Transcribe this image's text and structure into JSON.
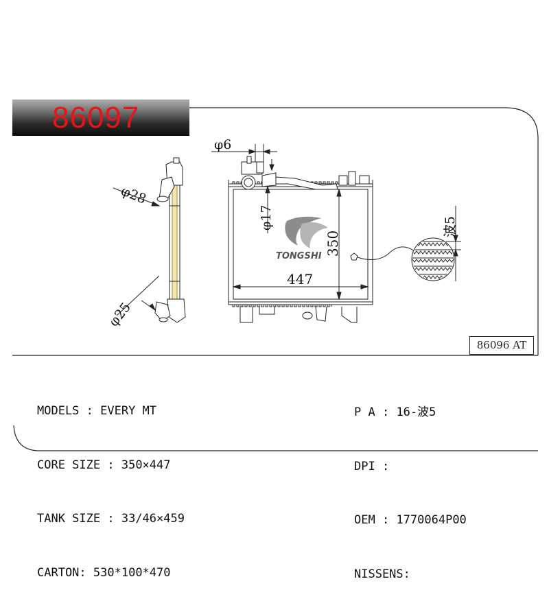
{
  "header": {
    "part_number": "86097"
  },
  "alt_reference": "86096 AT",
  "drawing": {
    "dims": {
      "inlet_diameter": "φ28",
      "outlet_diameter": "φ25",
      "cap_pipe_diameter": "φ6",
      "neck_diameter": "φ17",
      "core_height": "350",
      "core_width": "447",
      "fin_wave": "波5"
    },
    "logo": "TONGSHI"
  },
  "specs_left": [
    {
      "label": "MODELS",
      "sep": " : ",
      "value": "EVERY MT"
    },
    {
      "label": "CORE SIZE",
      "sep": " : ",
      "value": "350×447"
    },
    {
      "label": "TANK SIZE",
      "sep": " : ",
      "value": "33/46×459"
    },
    {
      "label": "CARTON",
      "sep": ": ",
      "value": "530*100*470"
    }
  ],
  "specs_right": [
    {
      "label": "P A",
      "sep": " : ",
      "value": "16-波5"
    },
    {
      "label": "DPI",
      "sep": " : ",
      "value": ""
    },
    {
      "label": "OEM",
      "sep": " : ",
      "value": "1770064P00"
    },
    {
      "label": "NISSENS",
      "sep": ":",
      "value": ""
    }
  ]
}
